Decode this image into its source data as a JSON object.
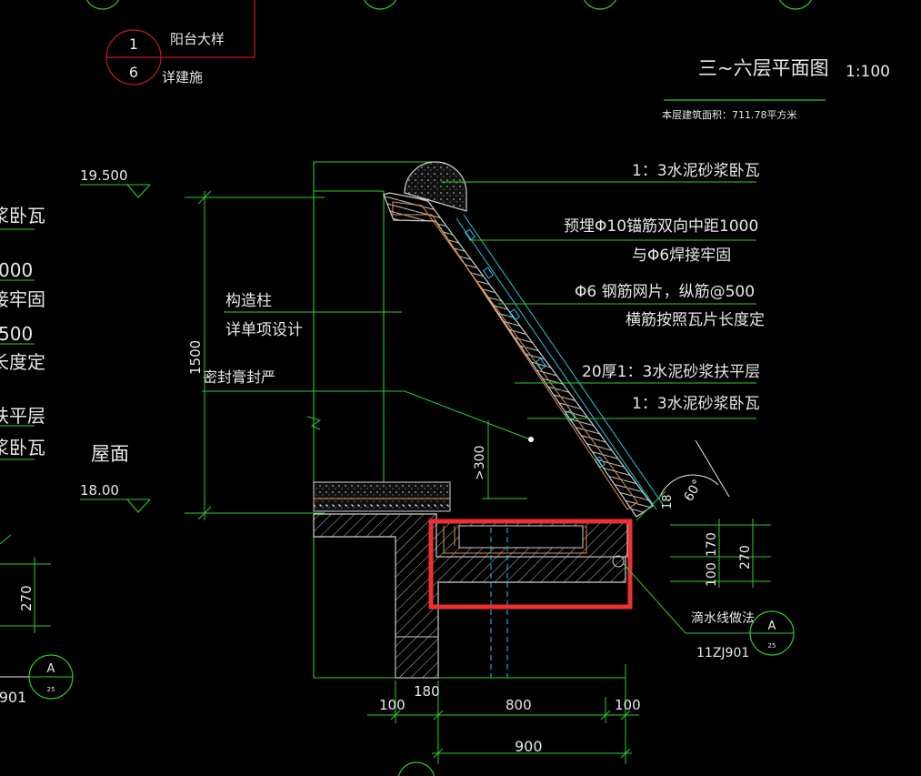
{
  "title": {
    "plan": "三~六层平面图",
    "scale": "1:100",
    "area": "本层建筑面积：711.78平方米"
  },
  "reference_top": {
    "num": "1",
    "sheet": "6",
    "label1": "阳台大样",
    "label2": "详建施"
  },
  "elevations": {
    "top": "19.500",
    "bottom": "18.00",
    "roof_label": "屋面"
  },
  "left_fragments": [
    "浆卧瓦",
    "000",
    "接牢固",
    "500",
    "长度定",
    "扶平层",
    "浆卧瓦",
    "270",
    "J901"
  ],
  "left_callouts": {
    "column1": "构造柱",
    "column2": "详单项设计",
    "sealant": "密封膏封严"
  },
  "notes": [
    "1：3水泥砂浆卧瓦",
    "预埋Φ10锚筋双向中距1000",
    "与Φ6焊接牢固",
    "Φ6 钢筋网片，纵筋@500",
    "横筋按照瓦片长度定",
    "20厚1：3水泥砂浆扶平层",
    "1：3水泥砂浆卧瓦"
  ],
  "dims": {
    "height": "1500",
    "min300": ">300",
    "angle": "60°",
    "d18": "18",
    "d170": "170",
    "d100": "100",
    "d270": "270",
    "b100a": "100",
    "b180": "180",
    "b800": "800",
    "b100b": "100",
    "b900": "900"
  },
  "drip": {
    "label": "滴水线做法",
    "circle_top": "A",
    "circle_bottom": "25",
    "atlas": "11ZJ901"
  },
  "left_circle": {
    "top": "A",
    "bottom": "25"
  },
  "colors": {
    "green": "#2ecc2e",
    "white": "#e8e8e8",
    "cyan": "#24c8e0",
    "red_box": "#f03030",
    "red_line": "#c81e1e"
  }
}
